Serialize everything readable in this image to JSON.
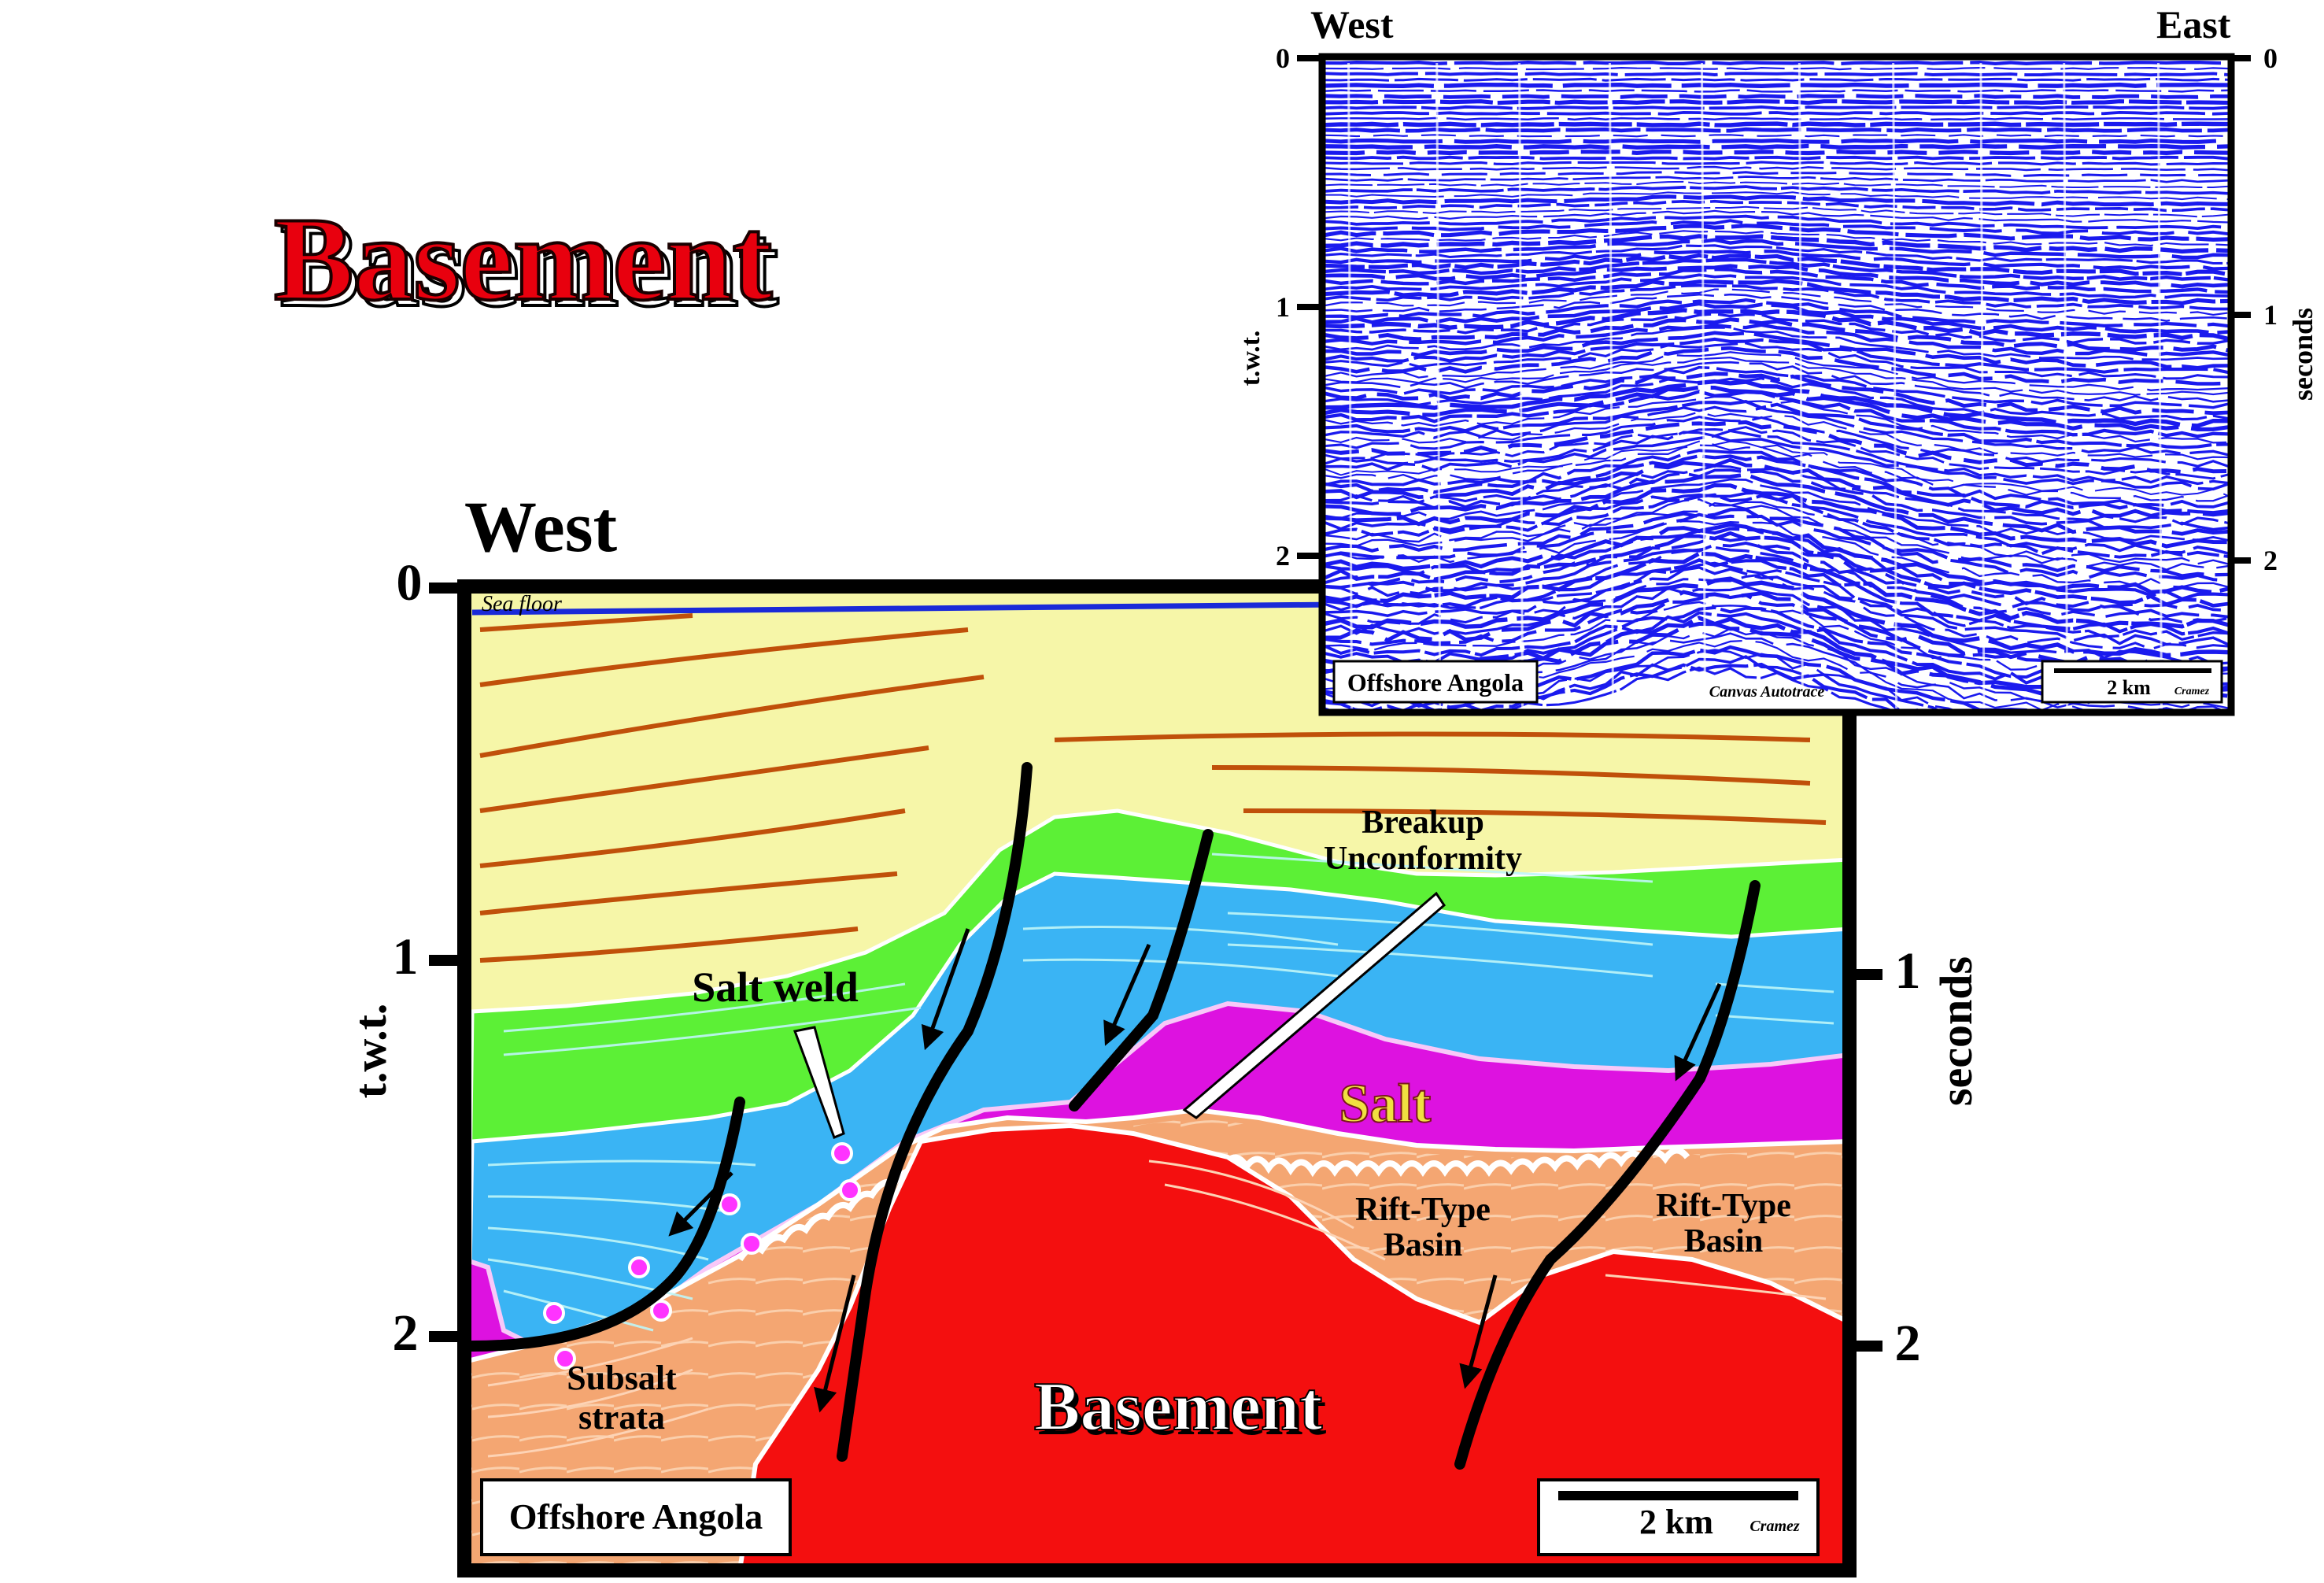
{
  "page_title": "Basement",
  "interpretation": {
    "direction_label": "West",
    "left_axis_title": "t.w.t.",
    "right_axis_title": "seconds",
    "time_ticks": [
      "0",
      "1",
      "2"
    ],
    "labels": {
      "sea_floor": "Sea floor",
      "salt_weld": "Salt weld",
      "breakup_line1": "Breakup",
      "breakup_line2": "Unconformity",
      "salt": "Salt",
      "rift_basin_1_line1": "Rift-Type",
      "rift_basin_1_line2": "Basin",
      "rift_basin_2_line1": "Rift-Type",
      "rift_basin_2_line2": "Basin",
      "subsalt_line1": "Subsalt",
      "subsalt_line2": "strata",
      "basement": "Basement"
    },
    "location_box": "Offshore Angola",
    "scale_bar": "2 km",
    "author": "Cramez",
    "colors": {
      "post_salt": "#f6f6a8",
      "green_unit": "#5cf036",
      "blue_unit": "#3ab4f4",
      "salt": "#dd12e0",
      "subsalt": "#f4a672",
      "basement": "#f40f0f",
      "reflector": "#c0500a"
    }
  },
  "seismic": {
    "west_label": "West",
    "east_label": "East",
    "left_axis_title": "t.w.t.",
    "right_axis_title": "seconds",
    "time_ticks": [
      "0",
      "1",
      "2"
    ],
    "location_box": "Offshore Angola",
    "software_credit": "Canvas Autotrace",
    "scale_bar": "2 km",
    "author": "Cramez",
    "trace_color": "#1a1aee"
  }
}
